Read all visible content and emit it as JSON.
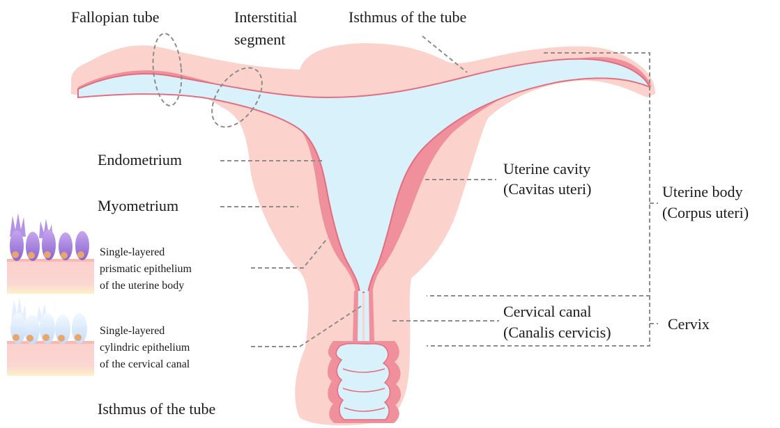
{
  "labels": {
    "fallopian_tube": "Fallopian tube",
    "interstitial_line1": "Interstitial",
    "interstitial_line2": "segment",
    "isthmus_top": "Isthmus of the tube",
    "endometrium": "Endometrium",
    "myometrium": "Myometrium",
    "uterine_cavity_line1": "Uterine cavity",
    "uterine_cavity_line2": "(Cavitas uteri)",
    "uterine_body_line1": "Uterine body",
    "uterine_body_line2": "(Corpus uteri)",
    "prismatic_line1": "Single-layered",
    "prismatic_line2": "prismatic epithelium",
    "prismatic_line3": "of the uterine body",
    "cylindric_line1": "Single-layered",
    "cylindric_line2": "cylindric epithelium",
    "cylindric_line3": "of the cervical canal",
    "cervical_canal_line1": "Cervical canal",
    "cervical_canal_line2": "(Canalis cervicis)",
    "cervix": "Cervix",
    "isthmus_bottom": "Isthmus of the tube"
  },
  "colors": {
    "outer_tissue": "#fbd3cc",
    "myometrium_band": "#f0909c",
    "cavity": "#d8f1fb",
    "leader_line": "#8c8c8c",
    "prismatic_cells": "#9b74d6",
    "cylindric_cells": "#c4dcf7",
    "nuclei": "#e9a66c"
  }
}
